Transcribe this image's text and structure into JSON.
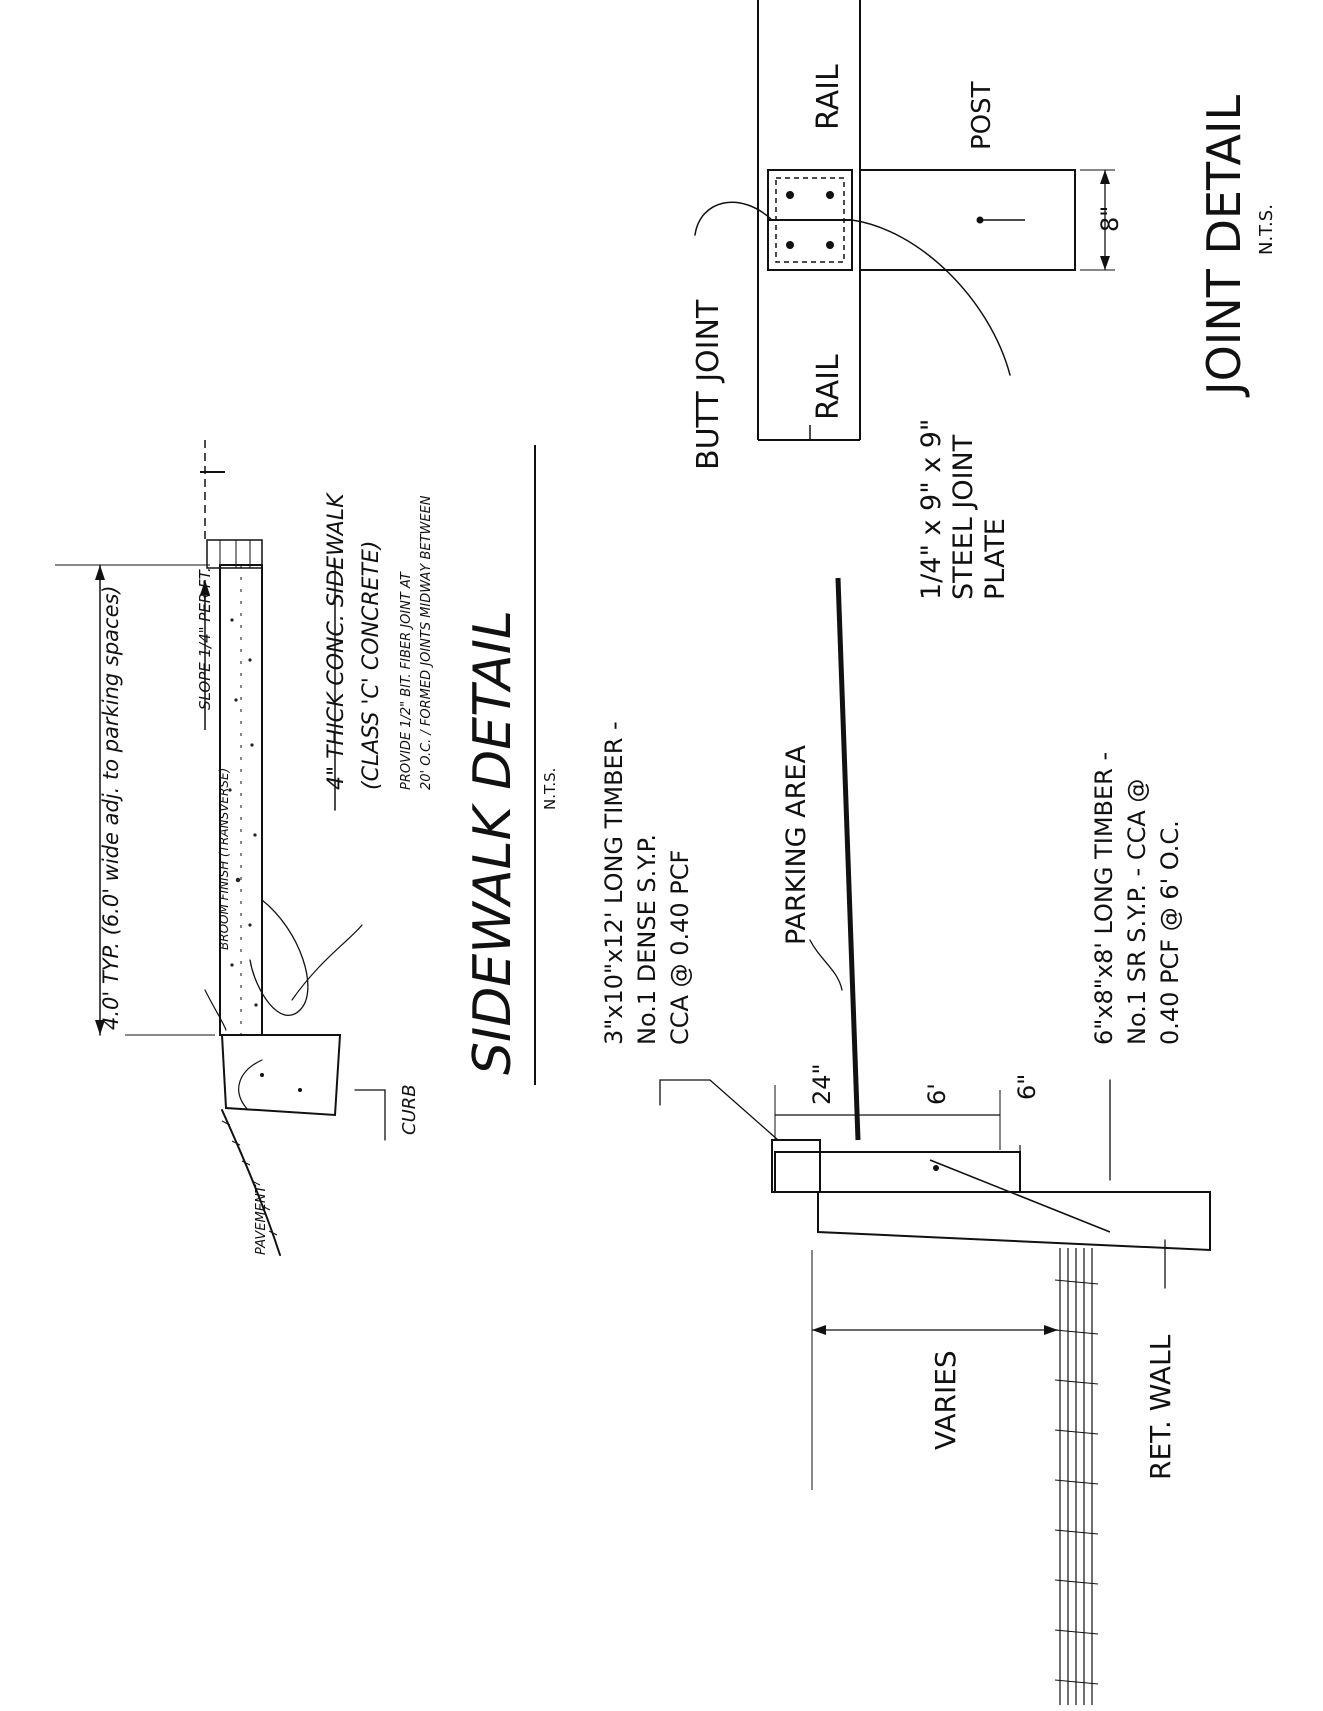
{
  "sidewalk_detail": {
    "title": "SIDEWALK DETAIL",
    "scale_note": "N.T.S.",
    "width_dim": "4.0' TYP. (6.0' wide adj. to parking spaces)",
    "slope_note": "SLOPE 1/4\" PER FT.",
    "broom_note": "BROOM FINISH (TRANSVERSE)",
    "sidewalk_note_line1": "4\" THICK CONC. SIDEWALK",
    "sidewalk_note_line2": "(CLASS 'C' CONCRETE)",
    "joint_note_line1": "PROVIDE 1/2\" BIT. FIBER JOINT AT",
    "joint_note_line2": "20' O.C. / FORMED JOINTS MIDWAY BETWEEN",
    "curb_label": "CURB",
    "pavement_label": "PAVEMENT"
  },
  "wall_detail": {
    "top_timber_line1": "3\"x10\"x12' LONG TIMBER -",
    "top_timber_line2": "No.1 DENSE S.Y.P.",
    "top_timber_line3": "CCA @ 0.40 PCF",
    "parking_label": "PARKING AREA",
    "dim_24": "24\"",
    "dim_6ft": "6'",
    "dim_6in": "6\"",
    "bottom_timber_line1": "6\"x8\"x8' LONG TIMBER -",
    "bottom_timber_line2": "No.1 SR S.Y.P. - CCA @",
    "bottom_timber_line3": "0.40 PCF @ 6' O.C.",
    "varies_label": "VARIES",
    "ret_wall_label": "RET. WALL"
  },
  "joint_detail": {
    "title": "JOINT DETAIL",
    "scale_note": "N.T.S.",
    "rail_upper": "RAIL",
    "rail_lower": "RAIL",
    "post_label": "POST",
    "dim_8": "8\"",
    "butt_joint": "BUTT JOINT",
    "plate_line1": "1/4\" x 9\" x 9\"",
    "plate_line2": "STEEL JOINT",
    "plate_line3": "PLATE"
  }
}
